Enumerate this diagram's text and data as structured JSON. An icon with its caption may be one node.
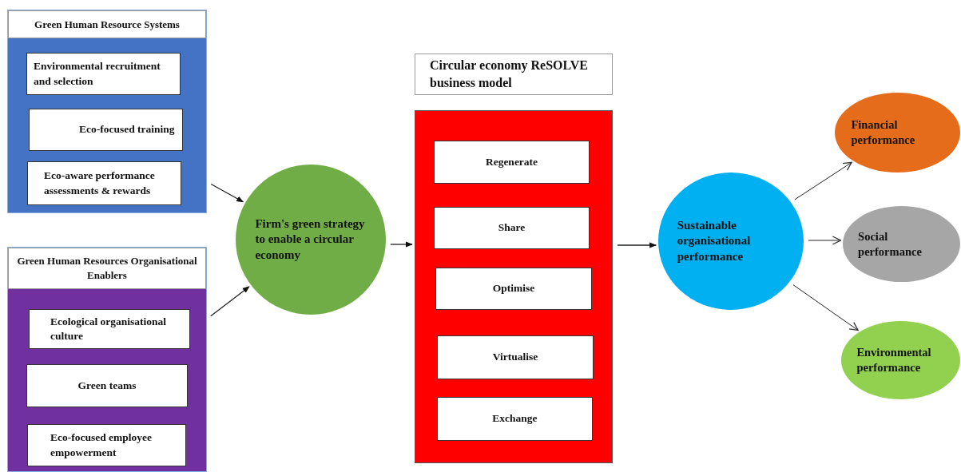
{
  "diagram": {
    "nodes": [
      {
        "text": [
          "Green Human Resource Systems"
        ]
      },
      {
        "text": [
          "Environmental recruitment and selection"
        ],
        "in": 0
      },
      {
        "text": [
          "Eco-focused training"
        ],
        "in": 0
      },
      {
        "text": [
          "Eco-aware performance assessments & rewards"
        ],
        "in": 0
      },
      {
        "text": [
          "Green Human Resources Organisational Enablers"
        ]
      },
      {
        "text": [
          "Ecological organisational culture"
        ],
        "in": 4
      },
      {
        "text": [
          "Green teams"
        ],
        "in": 4
      },
      {
        "text": [
          "Eco-focused employee empowerment"
        ],
        "in": 4
      },
      {
        "text": [
          "Firm's green strategy to enable a circular economy"
        ]
      },
      {
        "text": [
          "Circular economy ReSOLVE business model"
        ]
      },
      {
        "text": [
          "Regenerate"
        ],
        "in": 9
      },
      {
        "text": [
          "Share"
        ],
        "in": 9
      },
      {
        "text": [
          "Optimise"
        ],
        "in": 9
      },
      {
        "text": [
          "Virtualise"
        ],
        "in": 9
      },
      {
        "text": [
          "Exchange"
        ],
        "in": 9
      },
      {
        "text": [
          "Sustainable organisational performance"
        ]
      },
      {
        "text": [
          "Financial performance"
        ]
      },
      {
        "text": [
          "Social performance"
        ]
      },
      {
        "text": [
          "Environmental performance"
        ]
      }
    ],
    "edges": [
      {
        "from": 0,
        "to": 8,
        "arrow": "to"
      },
      {
        "from": 4,
        "to": 8,
        "arrow": "to"
      },
      {
        "from": 8,
        "to": 9,
        "arrow": "to"
      },
      {
        "from": 9,
        "to": 15,
        "arrow": "to"
      },
      {
        "from": 15,
        "to": 16,
        "arrow": "to"
      },
      {
        "from": 15,
        "to": 17,
        "arrow": "to"
      },
      {
        "from": 15,
        "to": 18,
        "arrow": "to"
      }
    ]
  }
}
